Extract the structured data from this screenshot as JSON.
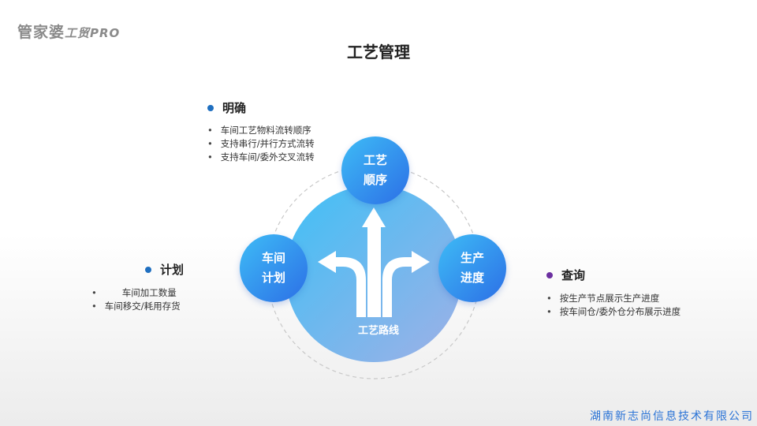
{
  "logo": {
    "brand": "管家婆",
    "product": "工贸PRO"
  },
  "title": "工艺管理",
  "sections": {
    "mingque": {
      "heading": "明确",
      "color": "#1f6fc0",
      "items": [
        "车间工艺物料流转顺序",
        "支持串行/并行方式流转",
        "支持车间/委外交叉流转"
      ]
    },
    "jihua": {
      "heading": "计划",
      "color": "#1f6fc0",
      "items": [
        "车间加工数量",
        "车间移交/耗用存货"
      ]
    },
    "chaxun": {
      "heading": "查询",
      "color": "#6b2fa0",
      "items": [
        "按生产节点展示生产进度",
        "按车间仓/委外仓分布展示进度"
      ]
    }
  },
  "diagram": {
    "center": "工艺路线",
    "top": [
      "工艺",
      "顺序"
    ],
    "left": [
      "车间",
      "计划"
    ],
    "right": [
      "生产",
      "进度"
    ]
  },
  "footer": "湖南新志尚信息技术有限公司"
}
